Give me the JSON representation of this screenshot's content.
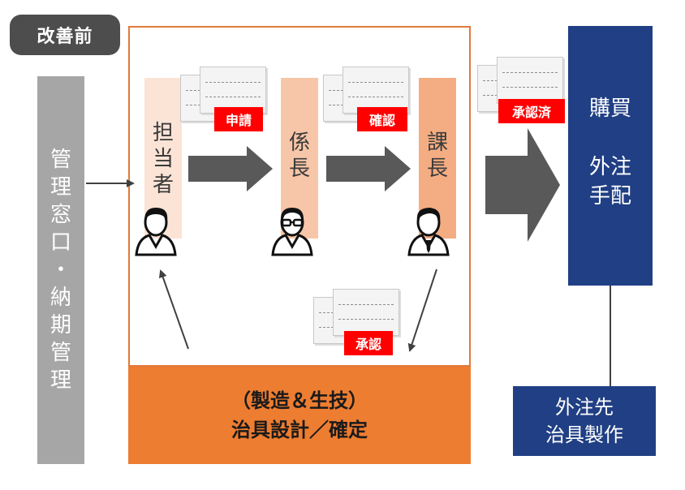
{
  "badge": "改善前",
  "left_box": [
    "管",
    "理",
    "窓",
    "口",
    "・",
    "納",
    "期",
    "管",
    "理"
  ],
  "roles": {
    "tanto": [
      "担",
      "当",
      "者"
    ],
    "kakaricho": [
      "係",
      "長"
    ],
    "kacho": [
      "課",
      "長"
    ]
  },
  "stamps": {
    "shinsei": "申請",
    "kakunin": "確認",
    "shoninzumi": "承認済",
    "shonin": "承認"
  },
  "design_box": {
    "line1": "（製造＆生技）",
    "line2": "治具設計／確定"
  },
  "purchase_box": {
    "line1": "購買",
    "line2": "外注",
    "line3": "手配"
  },
  "supplier_box": {
    "line1": "外注先",
    "line2": "治具製作"
  },
  "colors": {
    "orange": "#ed7d31",
    "navy": "#203f84",
    "gray": "#a6a6a6",
    "stamp_red": "#ff0000"
  }
}
